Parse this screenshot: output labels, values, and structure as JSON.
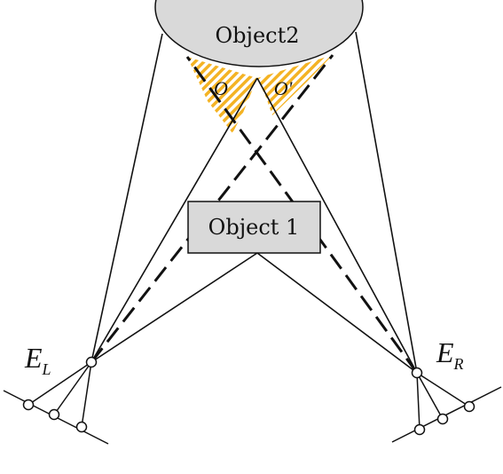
{
  "objects": {
    "object2": "Object2",
    "object1": "Object 1"
  },
  "regions": {
    "left": "O",
    "right": "O'"
  },
  "eyes": {
    "left": {
      "main": "E",
      "sub": "L"
    },
    "right": {
      "main": "E",
      "sub": "R"
    }
  },
  "colors": {
    "object2_fill": "#d9d9d9",
    "object1_fill": "#d9d9d9",
    "hatch": "#f4b324",
    "line": "#111111"
  }
}
